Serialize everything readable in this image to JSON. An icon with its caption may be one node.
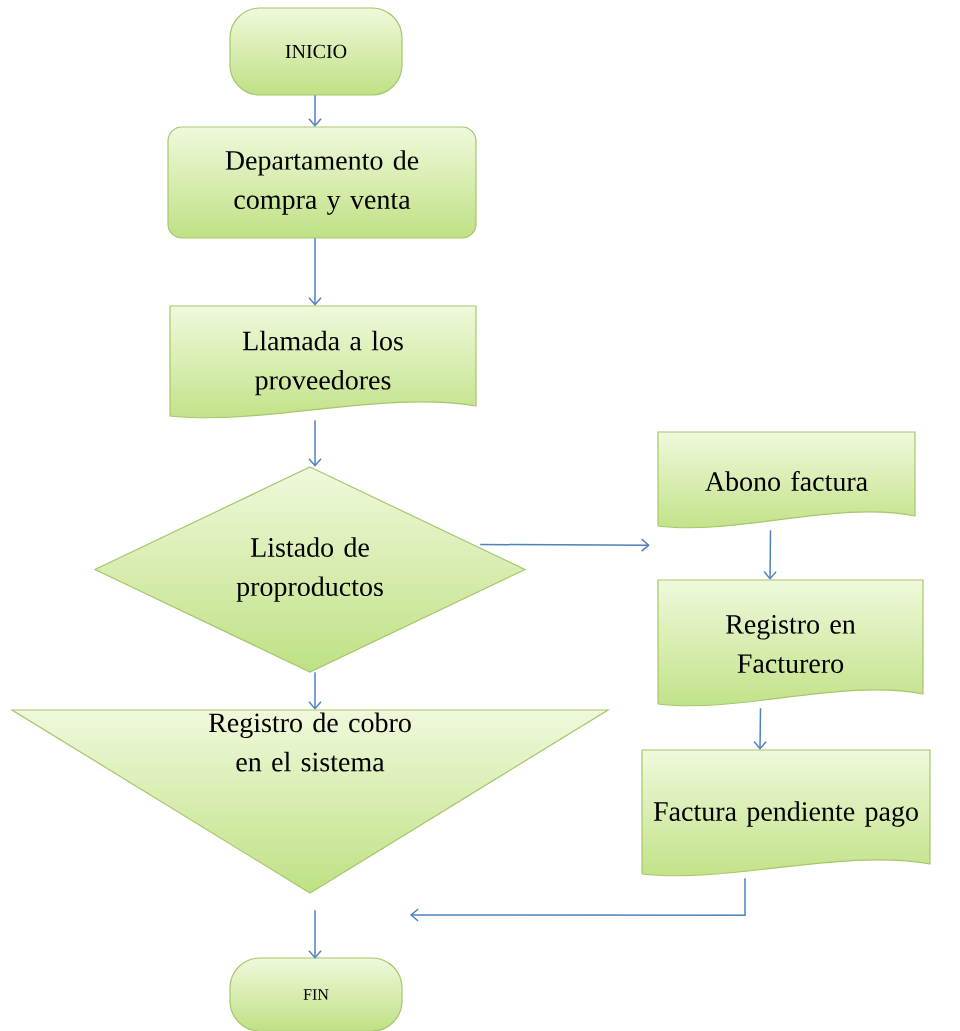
{
  "diagram": {
    "nodes": [
      {
        "text": [
          "INICIO"
        ]
      },
      {
        "text": [
          "Departamento de compra y venta"
        ]
      },
      {
        "text": [
          "Llamada a los proveedores"
        ]
      },
      {
        "text": [
          "Listado de proproductos"
        ]
      },
      {
        "text": [
          "Registro de cobro en el sistema"
        ]
      },
      {
        "text": [
          "Abono factura"
        ]
      },
      {
        "text": [
          "Registro en Facturero"
        ]
      },
      {
        "text": [
          "Factura pendiente pago"
        ]
      },
      {
        "text": [
          "FIN"
        ]
      }
    ],
    "edges": [
      {
        "from": 0,
        "to": 1,
        "arrow": "to"
      },
      {
        "from": 1,
        "to": 2,
        "arrow": "to"
      },
      {
        "from": 2,
        "to": 3,
        "arrow": "to"
      },
      {
        "from": 3,
        "to": 4,
        "arrow": "to"
      },
      {
        "from": 3,
        "to": 5,
        "arrow": "to"
      },
      {
        "from": 5,
        "to": 6,
        "arrow": "to"
      },
      {
        "from": 6,
        "to": 7,
        "arrow": "to"
      },
      {
        "from": 4,
        "to": 8,
        "arrow": "to"
      },
      {
        "from": 7,
        "to": null,
        "arrow": "to"
      }
    ]
  }
}
